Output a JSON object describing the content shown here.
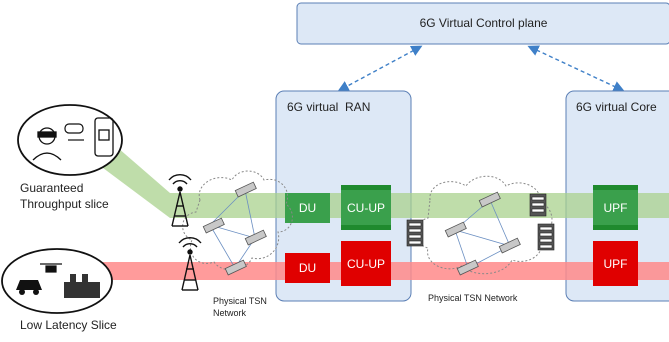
{
  "control_plane": {
    "title": "6G Virtual Control plane"
  },
  "ran": {
    "title": "6G virtual  RAN",
    "du_label": "DU",
    "cuup_label": "CU-UP"
  },
  "core": {
    "title": "6G virtual Core",
    "upf_label": "UPF"
  },
  "slices": {
    "guaranteed": [
      "Guaranteed",
      "Throughput slice"
    ],
    "low_latency": "Low Latency Slice"
  },
  "networks": {
    "left": [
      "Physical TSN",
      "Network"
    ],
    "middle": "Physical TSN Network"
  },
  "colors": {
    "green_band": "#a9d18e",
    "green_box": "#3aa04c",
    "green_box_dark": "#1f8a2e",
    "red_band": "#ff8a8a",
    "red_box": "#e00000",
    "panel_fill": "#dde8f6",
    "panel_border": "#5b7fb5",
    "arrow": "#3f80c8"
  }
}
